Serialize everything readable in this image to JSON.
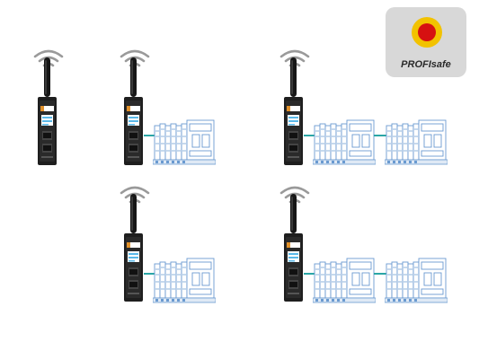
{
  "badge": {
    "label": "PROFIsafe",
    "outer_color": "#f2c200",
    "inner_color": "#d61111"
  },
  "colors": {
    "connector": "#2aa6a6",
    "module_outline": "#6a9ad0",
    "device_body": "#222222",
    "device_label": "#e0902a",
    "device_display": "#5ab8e8"
  },
  "configurations": [
    {
      "name": "gateway-only",
      "io_stations": 0
    },
    {
      "name": "gateway-one-station",
      "io_stations": 1
    },
    {
      "name": "gateway-two-stations",
      "io_stations": 2
    },
    {
      "name": "gateway-one-station-b",
      "io_stations": 1
    },
    {
      "name": "gateway-two-stations-b",
      "io_stations": 2
    }
  ]
}
